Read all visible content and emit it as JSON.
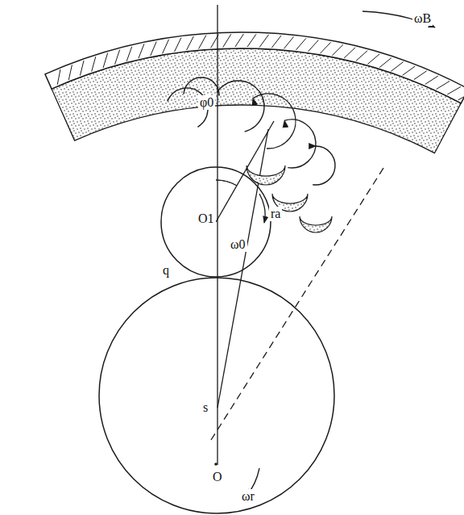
{
  "diagram": {
    "labels": [
      "ωB",
      "φ0",
      "O1",
      "ra",
      "ω0",
      "q",
      "s",
      "O",
      "ωr"
    ]
  }
}
